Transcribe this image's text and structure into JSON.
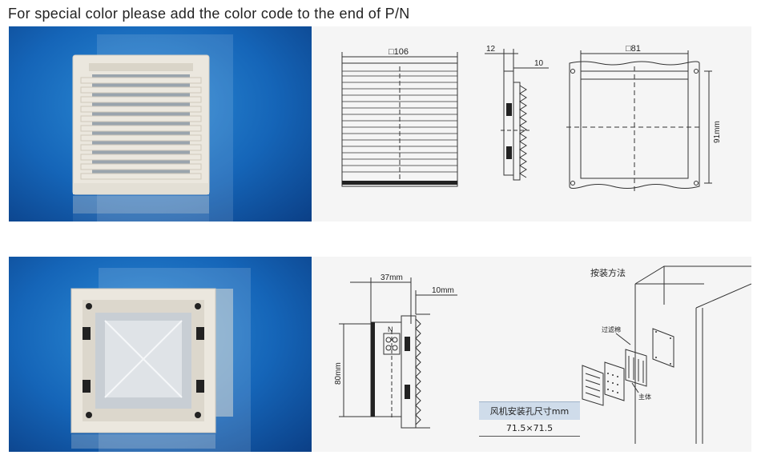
{
  "heading": "For special color please add the color code to the end of P/N",
  "top_drawing": {
    "front_dim": "□106",
    "side_dim_left": "12",
    "side_dim_right": "10",
    "cutout_dim_width": "□81",
    "cutout_dim_height": "91mm"
  },
  "bottom_drawing": {
    "depth_dim": "37mm",
    "flange_dim": "10mm",
    "height_dim": "80mm",
    "terminal_label": "N",
    "install_title": "按装方法",
    "label_filter_cotton": "过滤棉",
    "label_main_body": "主体",
    "hole_title": "风机安装孔尺寸mm",
    "hole_size": "71.5×71.5"
  },
  "colors": {
    "photo_blue": "#1565b8",
    "panel_bg": "#f5f5f5",
    "unit_body": "#ebe7de"
  }
}
